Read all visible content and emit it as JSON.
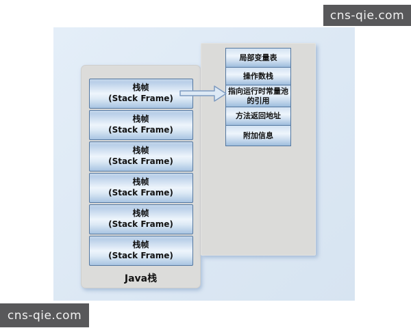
{
  "watermark": {
    "text": "cns-qie.com"
  },
  "diagram": {
    "java_stack": {
      "label": "Java栈",
      "frames": [
        {
          "line1": "栈帧",
          "line2": "(Stack  Frame)"
        },
        {
          "line1": "栈帧",
          "line2": "(Stack Frame)"
        },
        {
          "line1": "栈帧",
          "line2": "(Stack Frame)"
        },
        {
          "line1": "栈帧",
          "line2": "(Stack Frame)"
        },
        {
          "line1": "栈帧",
          "line2": "(Stack Frame)"
        },
        {
          "line1": "栈帧",
          "line2": "(Stack Frame)"
        }
      ]
    },
    "frame_detail": {
      "items": [
        "局部变量表",
        "操作数栈",
        "指向运行时常量池的引用",
        "方法返回地址",
        "附加信息"
      ]
    },
    "arrow_meaning": "top stack frame expands to frame structure"
  },
  "colors": {
    "background_panel": "#dce8f4",
    "container_gray": "#dcdcda",
    "box_border_blue": "#54779f",
    "box_fill_light": "#eef5fc",
    "box_fill_blue": "#a8c4e2",
    "watermark_bg": "#58585a"
  }
}
